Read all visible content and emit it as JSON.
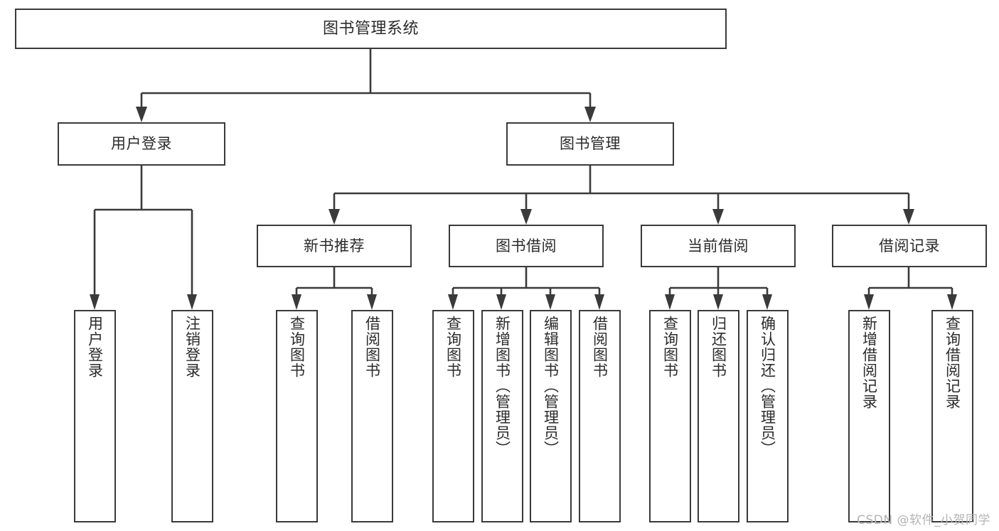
{
  "diagram": {
    "title": "图书管理系统",
    "type": "hierarchy-tree",
    "background_color": "#ffffff",
    "line_color": "#3a3a3a",
    "text_color": "#2b2b2b"
  },
  "nodes": {
    "root": {
      "label": "图书管理系统"
    },
    "level2": [
      {
        "id": "user-login",
        "label": "用户登录"
      },
      {
        "id": "book-management",
        "label": "图书管理"
      }
    ],
    "level3": [
      {
        "id": "new-book-recommend",
        "label": "新书推荐"
      },
      {
        "id": "book-borrow",
        "label": "图书借阅"
      },
      {
        "id": "current-borrow",
        "label": "当前借阅"
      },
      {
        "id": "borrow-record",
        "label": "借阅记录"
      }
    ],
    "leaves": {
      "user_login": [
        {
          "id": "leaf-user-login",
          "label": "用户登录"
        },
        {
          "id": "leaf-logout-login",
          "label": "注销登录"
        }
      ],
      "new_book_recommend": [
        {
          "id": "leaf-query-book-1",
          "label": "查询图书"
        },
        {
          "id": "leaf-borrow-book-1",
          "label": "借阅图书"
        }
      ],
      "book_borrow": [
        {
          "id": "leaf-query-book-2",
          "label": "查询图书"
        },
        {
          "id": "leaf-add-book",
          "label": "新增图书（管理员）"
        },
        {
          "id": "leaf-edit-book",
          "label": "编辑图书（管理员）"
        },
        {
          "id": "leaf-borrow-book-2",
          "label": "借阅图书"
        }
      ],
      "current_borrow": [
        {
          "id": "leaf-query-book-3",
          "label": "查询图书"
        },
        {
          "id": "leaf-return-book",
          "label": "归还图书"
        },
        {
          "id": "leaf-confirm-return",
          "label": "确认归还（管理员）"
        }
      ],
      "borrow_record": [
        {
          "id": "leaf-add-record",
          "label": "新增借阅记录"
        },
        {
          "id": "leaf-query-record",
          "label": "查询借阅记录"
        }
      ]
    }
  },
  "watermark": {
    "text": "CSDN @软件_小贺同学"
  }
}
